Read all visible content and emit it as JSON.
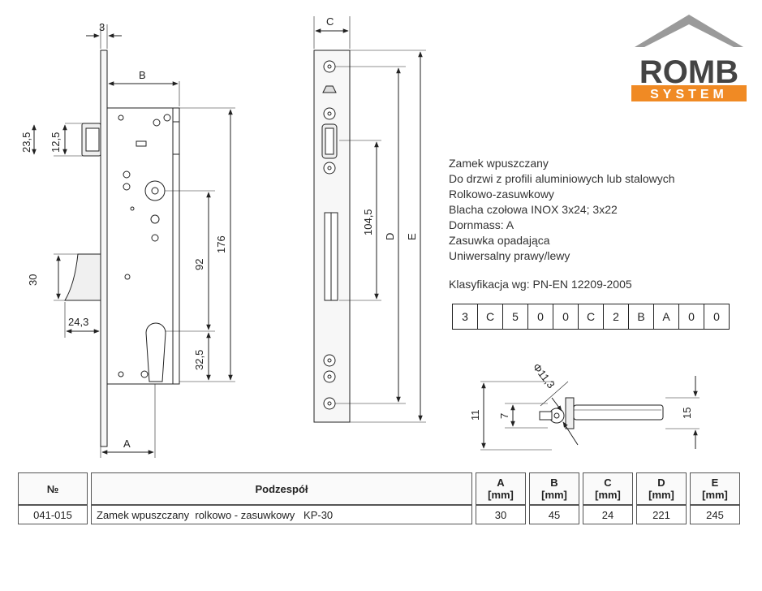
{
  "drawing": {
    "dims": {
      "three": "3",
      "B": "B",
      "C": "C",
      "d235": "23,5",
      "d125": "12,5",
      "d30": "30",
      "d243": "24,3",
      "A": "A",
      "d92": "92",
      "d176": "176",
      "d325": "32,5",
      "d1045": "104,5",
      "D": "D",
      "E": "E",
      "d11": "11",
      "d7": "7",
      "d15": "15",
      "phi": "Φ11,3"
    }
  },
  "logo": {
    "top": "ROMB",
    "bottom": "SYSTEM",
    "colors": {
      "roof": "#9a9a9a",
      "text": "#444444",
      "band": "#f08a24"
    }
  },
  "description": [
    "Zamek wpuszczany",
    "Do drzwi z profili aluminiowych lub stalowych",
    "Rolkowo-zasuwkowy",
    "Blacha czołowa INOX 3x24; 3x22",
    "Dornmass: A",
    "Zasuwka opadająca",
    "Uniwersalny prawy/lewy"
  ],
  "classification": {
    "label": "Klasyfikacja wg: PN-EN 12209-2005",
    "code": [
      "3",
      "C",
      "5",
      "0",
      "0",
      "C",
      "2",
      "B",
      "A",
      "0",
      "0"
    ]
  },
  "table": {
    "headers": [
      "№",
      "Podzespół",
      "A\n[mm]",
      "B\n[mm]",
      "C\n[mm]",
      "D\n[mm]",
      "E\n[mm]"
    ],
    "rows": [
      [
        "041-015",
        "Zamek wpuszczany  rolkowo - zasuwkowy   KP-30",
        "30",
        "45",
        "24",
        "221",
        "245"
      ]
    ]
  }
}
